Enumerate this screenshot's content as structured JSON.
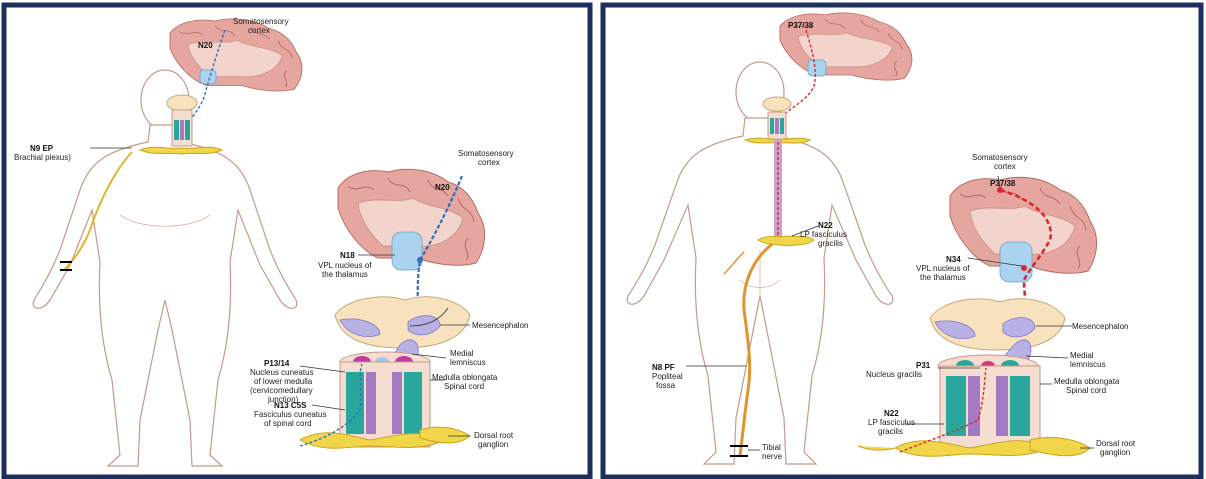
{
  "left_panel": {
    "labels": {
      "cortex_top": [
        "Somatosensory",
        "cortex"
      ],
      "n20_top": "N20",
      "n9_title": "N9 EP",
      "n9_sub": "Brachial plexus)",
      "cortex_mid": [
        "Somatosensory",
        "cortex"
      ],
      "n20_mid": "N20",
      "n18_title": "N18",
      "n18_sub": [
        "VPL nucleus of",
        "the thalamus"
      ],
      "mesencephalon": "Mesencephalon",
      "medial_lemniscus": [
        "Medial",
        "lemniscus"
      ],
      "p1314_title": "P13/14",
      "p1314_sub": [
        "Nucleus cuneatus",
        "of lower medulla",
        "(cervicomedullary",
        "junction)"
      ],
      "medulla": "Medulla oblongata",
      "spinal_cord": "Spinal cord",
      "n13_title": "N13 C5S",
      "n13_sub": [
        "Fasciculus cuneatus",
        "of spinal cord"
      ],
      "drg": [
        "Dorsal root",
        "ganglion"
      ]
    }
  },
  "right_panel": {
    "labels": {
      "p3738_top": "P37/38",
      "n22_title": "N22",
      "n22_sub": [
        "LP fasciculus",
        "gracilis"
      ],
      "cortex": [
        "Somatosensory",
        "cortex"
      ],
      "p3738_mid": "P37/38",
      "n34_title": "N34",
      "n34_sub": [
        "VPL nucleus of",
        "the thalamus"
      ],
      "mesencephalon": "Mesencephalon",
      "medial_lemniscus": [
        "Medial",
        "lemniscus"
      ],
      "p31_title": "P31",
      "p31_sub": "Nucleus gracilis",
      "medulla": "Medulla oblongata",
      "spinal_cord": "Spinal cord",
      "n8_title": "N8 PF",
      "n8_sub": [
        "Popliteal",
        "fossa"
      ],
      "n22b_title": "N22",
      "n22b_sub": [
        "LP fasciculus",
        "gracilis"
      ],
      "tibial": [
        "Tibial",
        "nerve"
      ],
      "drg": [
        "Dorsal root",
        "ganglion"
      ]
    }
  }
}
